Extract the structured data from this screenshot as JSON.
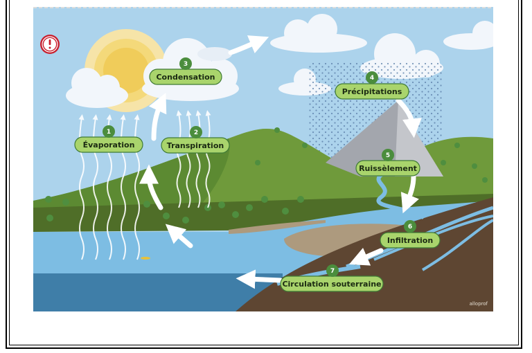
{
  "diagram": {
    "steps": [
      {
        "number": "1",
        "label": "Évaporation"
      },
      {
        "number": "2",
        "label": "Transpiration"
      },
      {
        "number": "3",
        "label": "Condensation"
      },
      {
        "number": "4",
        "label": "Précipitations"
      },
      {
        "number": "5",
        "label": "Ruissèlement"
      },
      {
        "number": "6",
        "label": "Infiltration"
      },
      {
        "number": "7",
        "label": "Circulation souterraine"
      }
    ],
    "watermark": "alloprof",
    "alert_icon": "exclamation-circle-icon",
    "colors": {
      "sky": "#acd3ec",
      "label_fill": "#a9d46c",
      "badge": "#4b8d3d",
      "alert": "#c8202f",
      "ground": "#5e4632",
      "water": "#7dbde3"
    }
  }
}
